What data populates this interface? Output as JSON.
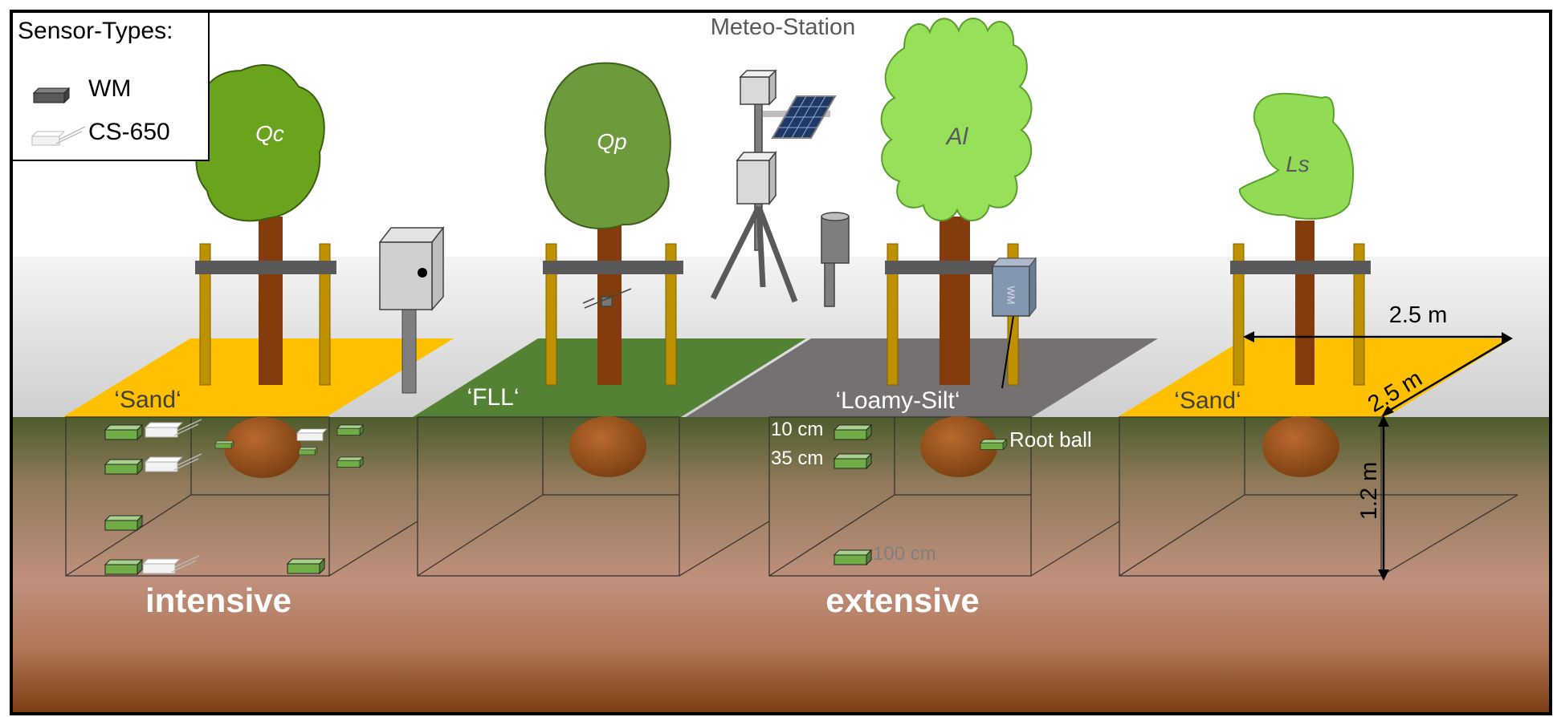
{
  "legend": {
    "title": "Sensor-Types:",
    "items": [
      {
        "label": "WM",
        "icon": "wm-sensor-icon"
      },
      {
        "label": "CS-650",
        "icon": "cs650-sensor-icon"
      }
    ]
  },
  "meteo_station": {
    "label": "Meteo-Station"
  },
  "trees": [
    {
      "label": "Qc",
      "color": "#6aa31c"
    },
    {
      "label": "Qp",
      "color": "#6d9a3a"
    },
    {
      "label": "Al",
      "color": "#96e05a"
    },
    {
      "label": "Ls",
      "color": "#92dc55"
    }
  ],
  "plots": [
    {
      "substrate": "‘Sand‘",
      "color": "#ffc000"
    },
    {
      "substrate": "‘FLL‘",
      "color": "#548235"
    },
    {
      "substrate": "‘Loamy-Silt‘",
      "color": "#767171"
    },
    {
      "substrate": "‘Sand‘",
      "color": "#ffc000"
    }
  ],
  "depths": {
    "d10": "10 cm",
    "d35": "35 cm",
    "d100": "100 cm"
  },
  "root_ball": "Root ball",
  "dimensions": {
    "width": "2.5 m",
    "length": "2.5 m",
    "depth": "1.2 m"
  },
  "groups": {
    "intensive": "intensive",
    "extensive": "extensive"
  },
  "logger_box_label": "WM",
  "colors": {
    "sensor_green": "#70ad47",
    "trunk": "#843c0c",
    "stake": "#bf9000",
    "soil_top": "#4f5b30",
    "soil_bottom": "#7a3f15"
  }
}
